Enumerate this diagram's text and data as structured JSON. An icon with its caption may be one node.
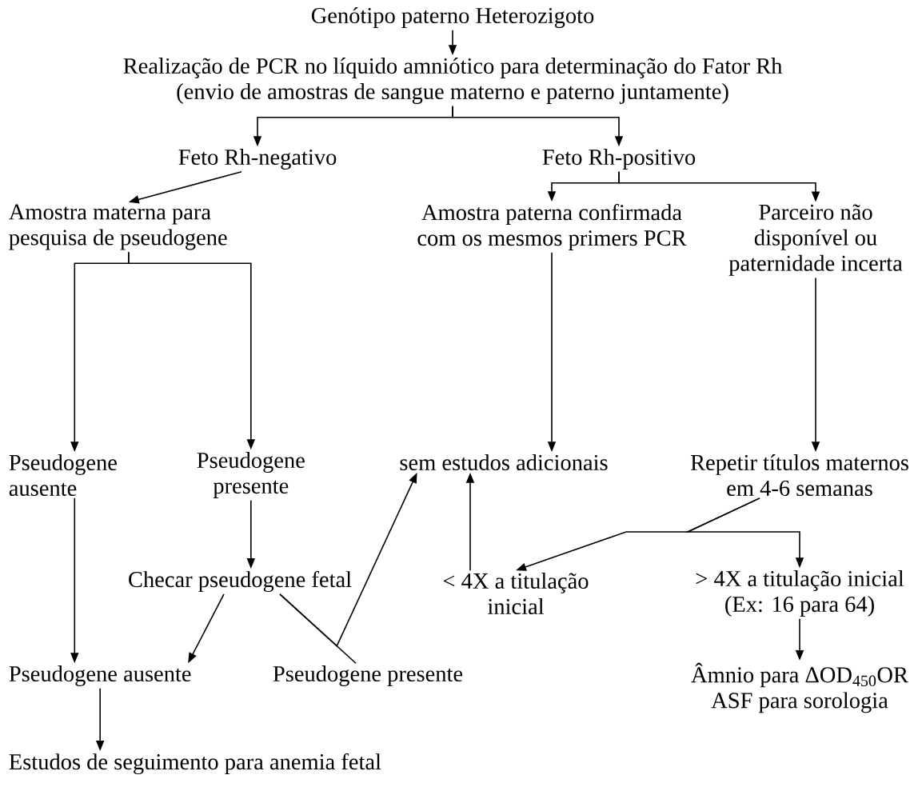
{
  "diagram": {
    "nodes": [
      {
        "text": [
          "Genótipo paterno Heterozigoto"
        ]
      },
      {
        "text": [
          "Realização de PCR no líquido amniótico para determinação do Fator Rh (envio de amostras de sangue materno e paterno juntamente)"
        ]
      },
      {
        "text": [
          "Feto Rh-negativo"
        ]
      },
      {
        "text": [
          "Feto Rh-positivo"
        ]
      },
      {
        "text": [
          "Amostra materna para pesquisa de pseudogene"
        ]
      },
      {
        "text": [
          "Amostra paterna confirmada com os mesmos primers PCR"
        ]
      },
      {
        "text": [
          "Parceiro não disponível ou paternidade incerta"
        ]
      },
      {
        "text": [
          "Pseudogene ausente"
        ]
      },
      {
        "text": [
          "Pseudogene presente"
        ]
      },
      {
        "text": [
          "sem estudos adicionais"
        ]
      },
      {
        "text": [
          "Repetir títulos maternos em 4-6 semanas"
        ]
      },
      {
        "text": [
          "Checar pseudogene fetal"
        ]
      },
      {
        "text": [
          "< 4X a titulação inicial"
        ]
      },
      {
        "text": [
          "> 4X a titulação inicial (Ex: 16 para 64)"
        ]
      },
      {
        "text": [
          "Pseudogene ausente"
        ]
      },
      {
        "text": [
          "Pseudogene presente"
        ]
      },
      {
        "text": [
          "Âmnio para ΔOD$_{450}$OR ASF para sorologia"
        ]
      },
      {
        "text": [
          "Estudos de seguimento para anemia fetal"
        ]
      }
    ],
    "edges": [
      {
        "from": 0,
        "to": 1,
        "arrow": "to"
      },
      {
        "from": 1,
        "to": 2,
        "arrow": "to"
      },
      {
        "from": 1,
        "to": 3,
        "arrow": "to"
      },
      {
        "from": 2,
        "to": 4,
        "arrow": "to"
      },
      {
        "from": 3,
        "to": 5,
        "arrow": "to"
      },
      {
        "from": 3,
        "to": 6,
        "arrow": "to"
      },
      {
        "from": 4,
        "to": 7,
        "arrow": "to"
      },
      {
        "from": 4,
        "to": 8,
        "arrow": "to"
      },
      {
        "from": 5,
        "to": 9,
        "arrow": "to"
      },
      {
        "from": 6,
        "to": 10,
        "arrow": "to"
      },
      {
        "from": 8,
        "to": 11,
        "arrow": "to"
      },
      {
        "from": 7,
        "to": 14,
        "arrow": "to"
      },
      {
        "from": 11,
        "to": 14,
        "arrow": "to"
      },
      {
        "from": 11,
        "to": 15,
        "arrow": "none"
      },
      {
        "from": 11,
        "to": 9,
        "arrow": "to"
      },
      {
        "from": 12,
        "to": 9,
        "arrow": "to"
      },
      {
        "from": 10,
        "to": 12,
        "arrow": "to"
      },
      {
        "from": 10,
        "to": 13,
        "arrow": "to"
      },
      {
        "from": 13,
        "to": 16,
        "arrow": "to"
      },
      {
        "from": 14,
        "to": 17,
        "arrow": "to"
      }
    ]
  }
}
